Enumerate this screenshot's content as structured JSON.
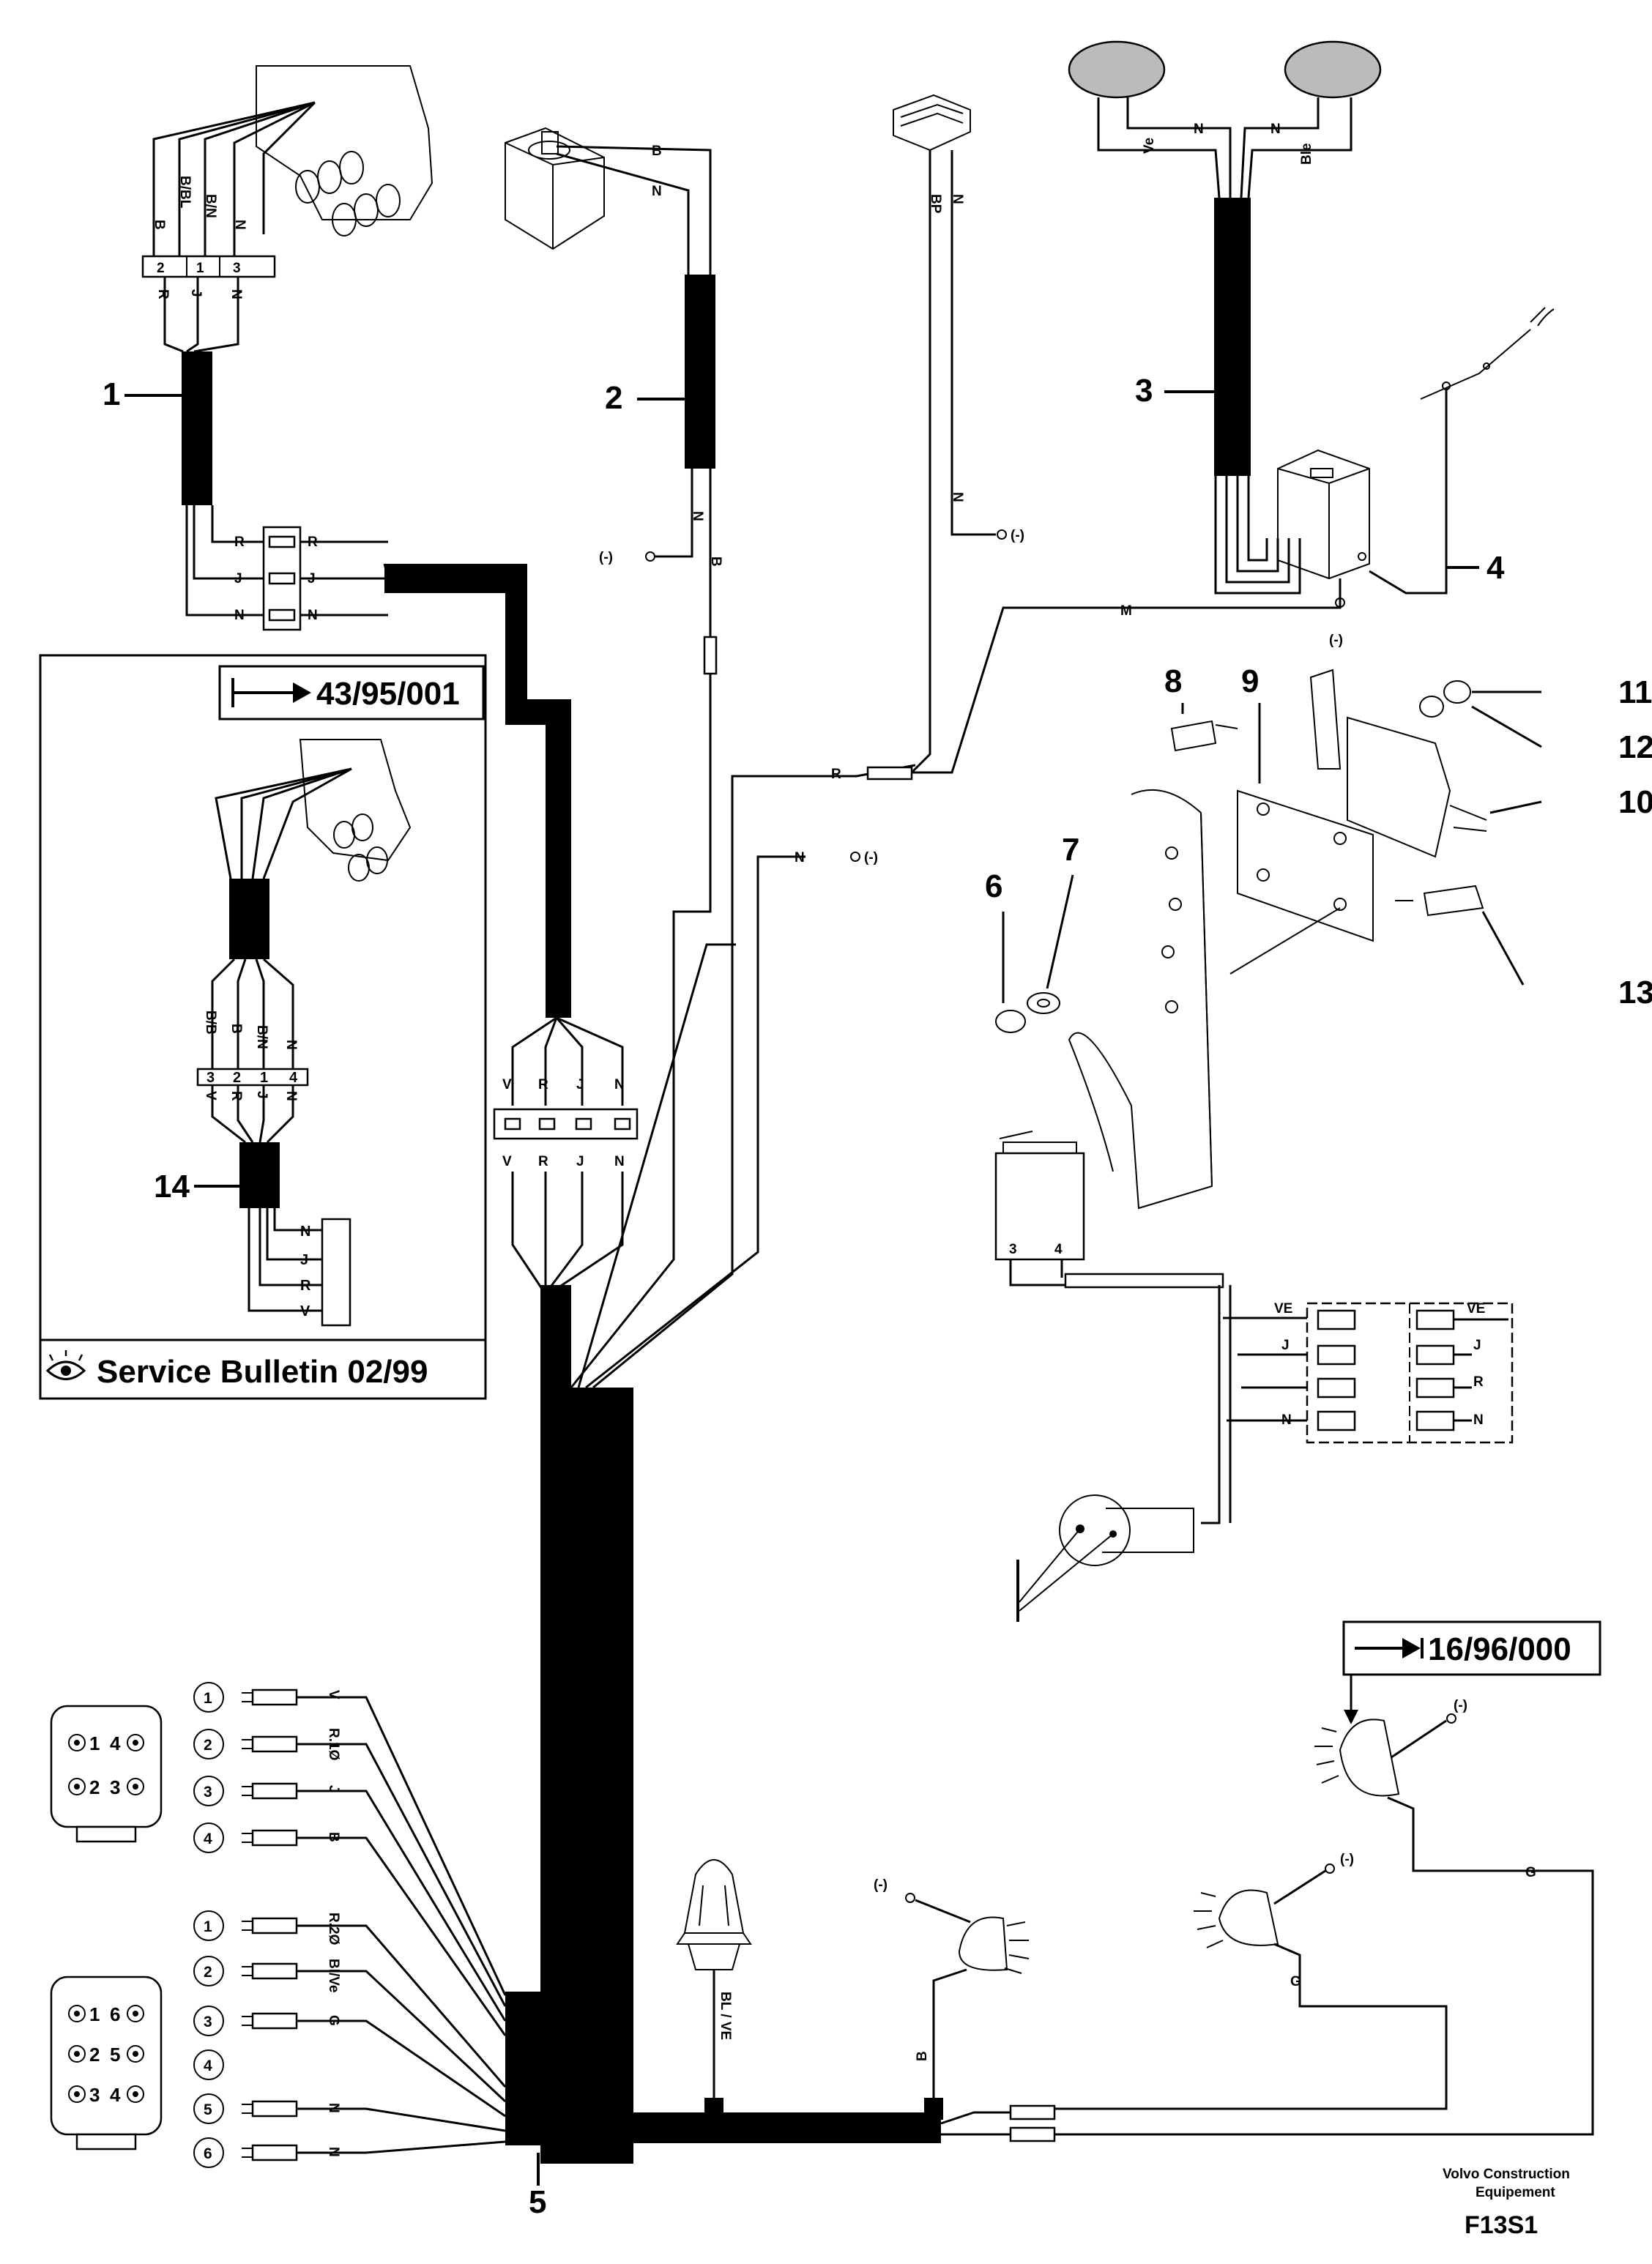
{
  "callouts": [
    "1",
    "2",
    "3",
    "4",
    "5",
    "6",
    "7",
    "8",
    "9",
    "10",
    "11",
    "12",
    "13",
    "14"
  ],
  "wires": {
    "c1_top": [
      "B",
      "B/BL",
      "B/N",
      "N"
    ],
    "c1_strip_top": [
      "2",
      "1",
      "3"
    ],
    "c1_strip_bottom": [
      "R",
      "J",
      "N"
    ],
    "c1_mid": [
      "R",
      "J",
      "N"
    ],
    "c2": [
      "B",
      "N",
      "N",
      "B"
    ],
    "c_bp": [
      "BP",
      "N"
    ],
    "c3": [
      "N",
      "N",
      "Ve",
      "Ble"
    ],
    "m": "M",
    "r": "R",
    "n": "N",
    "main_top": [
      "V",
      "R",
      "J",
      "N"
    ],
    "main_bottom": [
      "V",
      "R",
      "J",
      "N"
    ],
    "wiper_conn": [
      "VE",
      "J",
      "R",
      "N"
    ],
    "wiper_pins": [
      "3",
      "4"
    ],
    "ins_top": [
      "B/B",
      "B",
      "B/N",
      "N"
    ],
    "ins_strip_top": [
      "3",
      "2",
      "1",
      "4"
    ],
    "ins_strip_bottom": [
      "V",
      "R",
      "J",
      "N"
    ],
    "ins_right": [
      "N",
      "J",
      "R",
      "V"
    ],
    "bl_ve": "BL / VE",
    "lamp_b": "B",
    "g": "G",
    "ground": "(-)"
  },
  "connectors": {
    "four_pin": [
      "1",
      "4",
      "2",
      "3"
    ],
    "six_pin": [
      "1",
      "6",
      "2",
      "5",
      "3",
      "4"
    ],
    "upper_group": [
      {
        "n": "1",
        "wire": "V"
      },
      {
        "n": "2",
        "wire": "R.1Ø"
      },
      {
        "n": "3",
        "wire": "J"
      },
      {
        "n": "4",
        "wire": "B"
      }
    ],
    "lower_group": [
      {
        "n": "1",
        "wire": "R.2Ø"
      },
      {
        "n": "2",
        "wire": "Bl/Ve"
      },
      {
        "n": "3",
        "wire": "G"
      },
      {
        "n": "4",
        "wire": ""
      },
      {
        "n": "5",
        "wire": "N"
      },
      {
        "n": "6",
        "wire": "N"
      }
    ]
  },
  "inset": {
    "serial_ref": "43/95/001",
    "bulletin": "Service Bulletin 02/99",
    "icons": [
      "arrow-right-icon",
      "eye-icon"
    ]
  },
  "lamp_serial_ref": "16/96/000",
  "footer": {
    "brand_line1": "Volvo Construction",
    "brand_line2": "Equipement",
    "code": "F13S1"
  }
}
